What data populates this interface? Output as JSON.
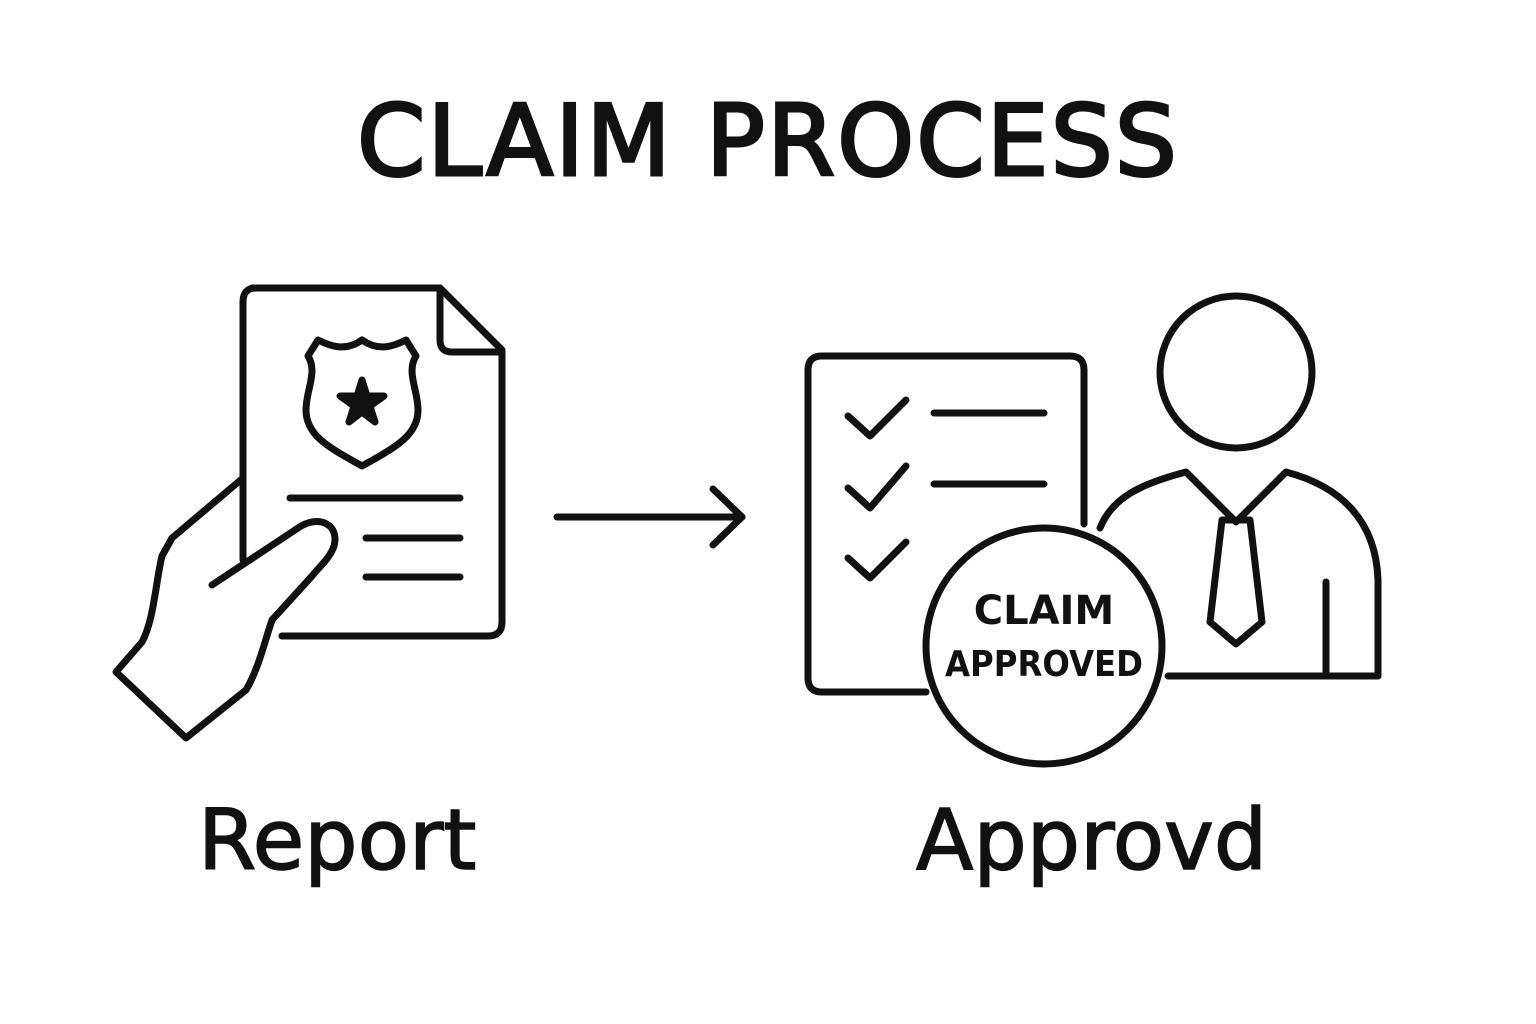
{
  "title": "CLAIM PROCESS",
  "steps": [
    {
      "label": "Report",
      "icon": "police-report-document-in-hand-icon"
    },
    {
      "label": "Approvd",
      "icon": "approved-checklist-with-agent-icon"
    }
  ],
  "stamp": {
    "line1": "CLAIM",
    "line2": "APPROVED"
  },
  "connector": {
    "icon": "right-arrow-icon"
  },
  "colors": {
    "stroke": "#111111",
    "background": "#ffffff"
  }
}
